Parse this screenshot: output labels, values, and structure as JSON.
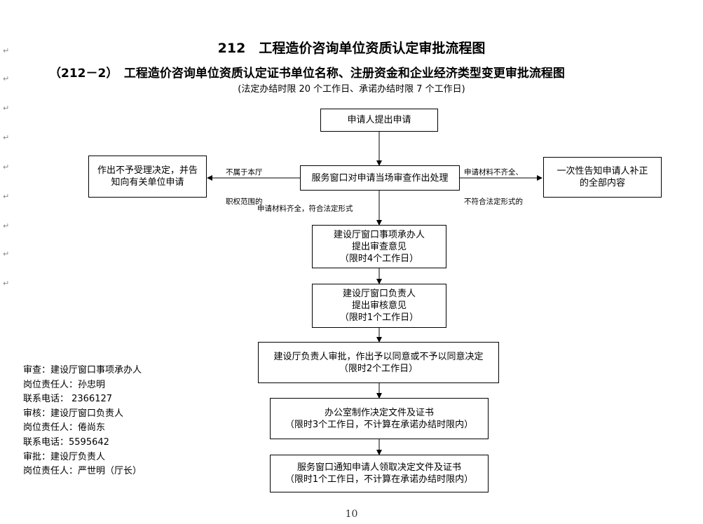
{
  "header": {
    "title": "212　工程造价咨询单位资质认定审批流程图",
    "subtitle": "（212－2）　工程造价咨询单位资质认定证书单位名称、注册资金和企业经济类型变更审批流程图",
    "time_limit": "(法定办结时限 20 个工作日、承诺办结时限 7 个工作日)"
  },
  "flow": {
    "apply": "申请人提出申请",
    "review": "服务窗口对申请当场审查作出处理",
    "reject_lines": [
      "作出不予受理决定，并告",
      "知向有关单位申请"
    ],
    "notify_lines": [
      "一次性告知申请人补正",
      "的全部内容"
    ],
    "label_reject_lines": [
      "不属于本厅",
      "职权范围的"
    ],
    "label_incomplete_lines": [
      "申请材料不齐全、",
      "不符合法定形式的"
    ],
    "label_complete": "申请材料齐全，符合法定形式",
    "step1_lines": [
      "建设厅窗口事项承办人",
      "提出审查意见",
      "（限时4个工作日）"
    ],
    "step2_lines": [
      "建设厅窗口负责人",
      "提出审核意见",
      "（限时1个工作日）"
    ],
    "step3_lines": [
      "建设厅负责人审批，作出予以同意或不予以同意决定",
      "（限时2个工作日）"
    ],
    "step4_lines": [
      "办公室制作决定文件及证书",
      "（限时3个工作日，不计算在承诺办结时限内）"
    ],
    "step5_lines": [
      "服务窗口通知申请人领取决定文件及证书",
      "（限时1个工作日，不计算在承诺办结时限内）"
    ]
  },
  "contacts": [
    "审查：建设厅窗口事项承办人",
    "岗位责任人：孙忠明",
    "联系电话： 2366127",
    "审核：建设厅窗口负责人",
    "岗位责任人：倦尚东",
    "联系电话：5595642",
    "审批：建设厅负责人",
    "岗位责任人：严世明（厅长）"
  ],
  "page_number": "10"
}
